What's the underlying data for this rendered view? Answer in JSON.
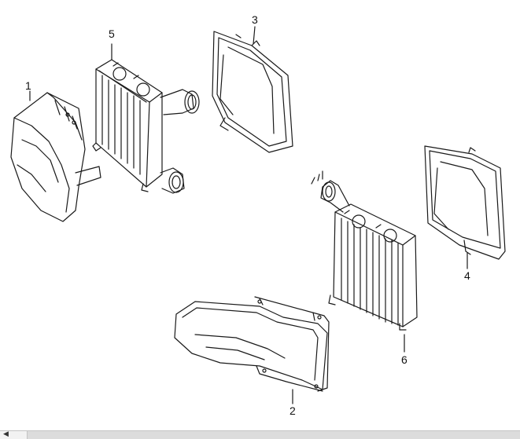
{
  "diagram": {
    "callouts": [
      {
        "id": "1",
        "label": "1"
      },
      {
        "id": "2",
        "label": "2"
      },
      {
        "id": "3",
        "label": "3"
      },
      {
        "id": "4",
        "label": "4"
      },
      {
        "id": "5",
        "label": "5"
      },
      {
        "id": "6",
        "label": "6"
      }
    ]
  },
  "scrollbar": {
    "left_arrow_icon": "triangle-left-icon",
    "left_arrow_glyph": "◀"
  },
  "colors": {
    "line": "#1a1a1a",
    "background": "#ffffff",
    "scrollbar_track": "#dcdcdc"
  }
}
